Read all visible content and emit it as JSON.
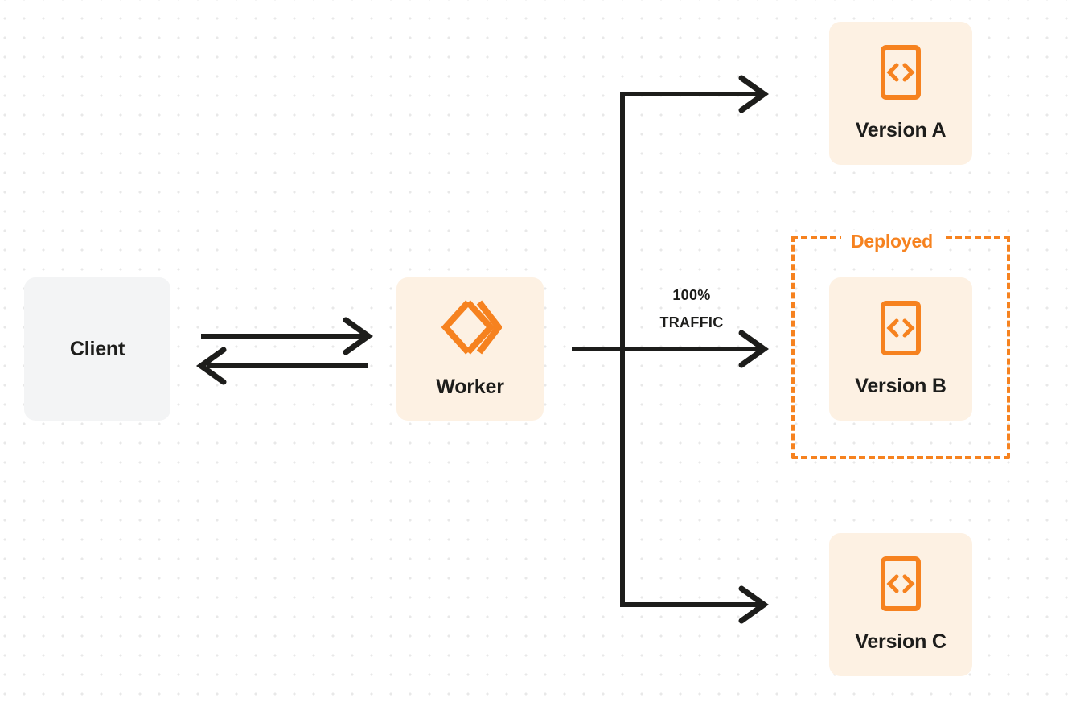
{
  "diagram": {
    "title": "Cloudflare Worker gradual deployment - 100% traffic to Version B",
    "background": "dot-grid",
    "colors": {
      "accent_orange": "#f6821f",
      "node_orange_bg": "#fdf1e3",
      "client_bg": "#f3f4f5",
      "line_dark": "#1d1d1b",
      "grid_dot": "#e8e8e8",
      "page_bg": "#ffffff"
    }
  },
  "nodes": {
    "client": {
      "label": "Client",
      "icon": "none"
    },
    "worker": {
      "label": "Worker",
      "icon": "cloudflare-workers-logo"
    },
    "versions": [
      {
        "label": "Version A",
        "icon": "code-file-icon",
        "deployed": false
      },
      {
        "label": "Version B",
        "icon": "code-file-icon",
        "deployed": true
      },
      {
        "label": "Version C",
        "icon": "code-file-icon",
        "deployed": false
      }
    ]
  },
  "groups": {
    "deployed": {
      "label": "Deployed",
      "style": "dashed",
      "color": "#f6821f",
      "contains": "Version B"
    }
  },
  "edges": {
    "client_to_worker": {
      "direction": "right",
      "label": ""
    },
    "worker_to_client": {
      "direction": "left",
      "label": ""
    },
    "worker_to_version_a": {
      "direction": "right",
      "label": ""
    },
    "worker_to_version_b": {
      "direction": "right",
      "label_line1": "100%",
      "label_line2": "TRAFFIC"
    },
    "worker_to_version_c": {
      "direction": "right",
      "label": ""
    }
  },
  "traffic": {
    "percent_line": "100%",
    "traffic_line": "TRAFFIC"
  }
}
